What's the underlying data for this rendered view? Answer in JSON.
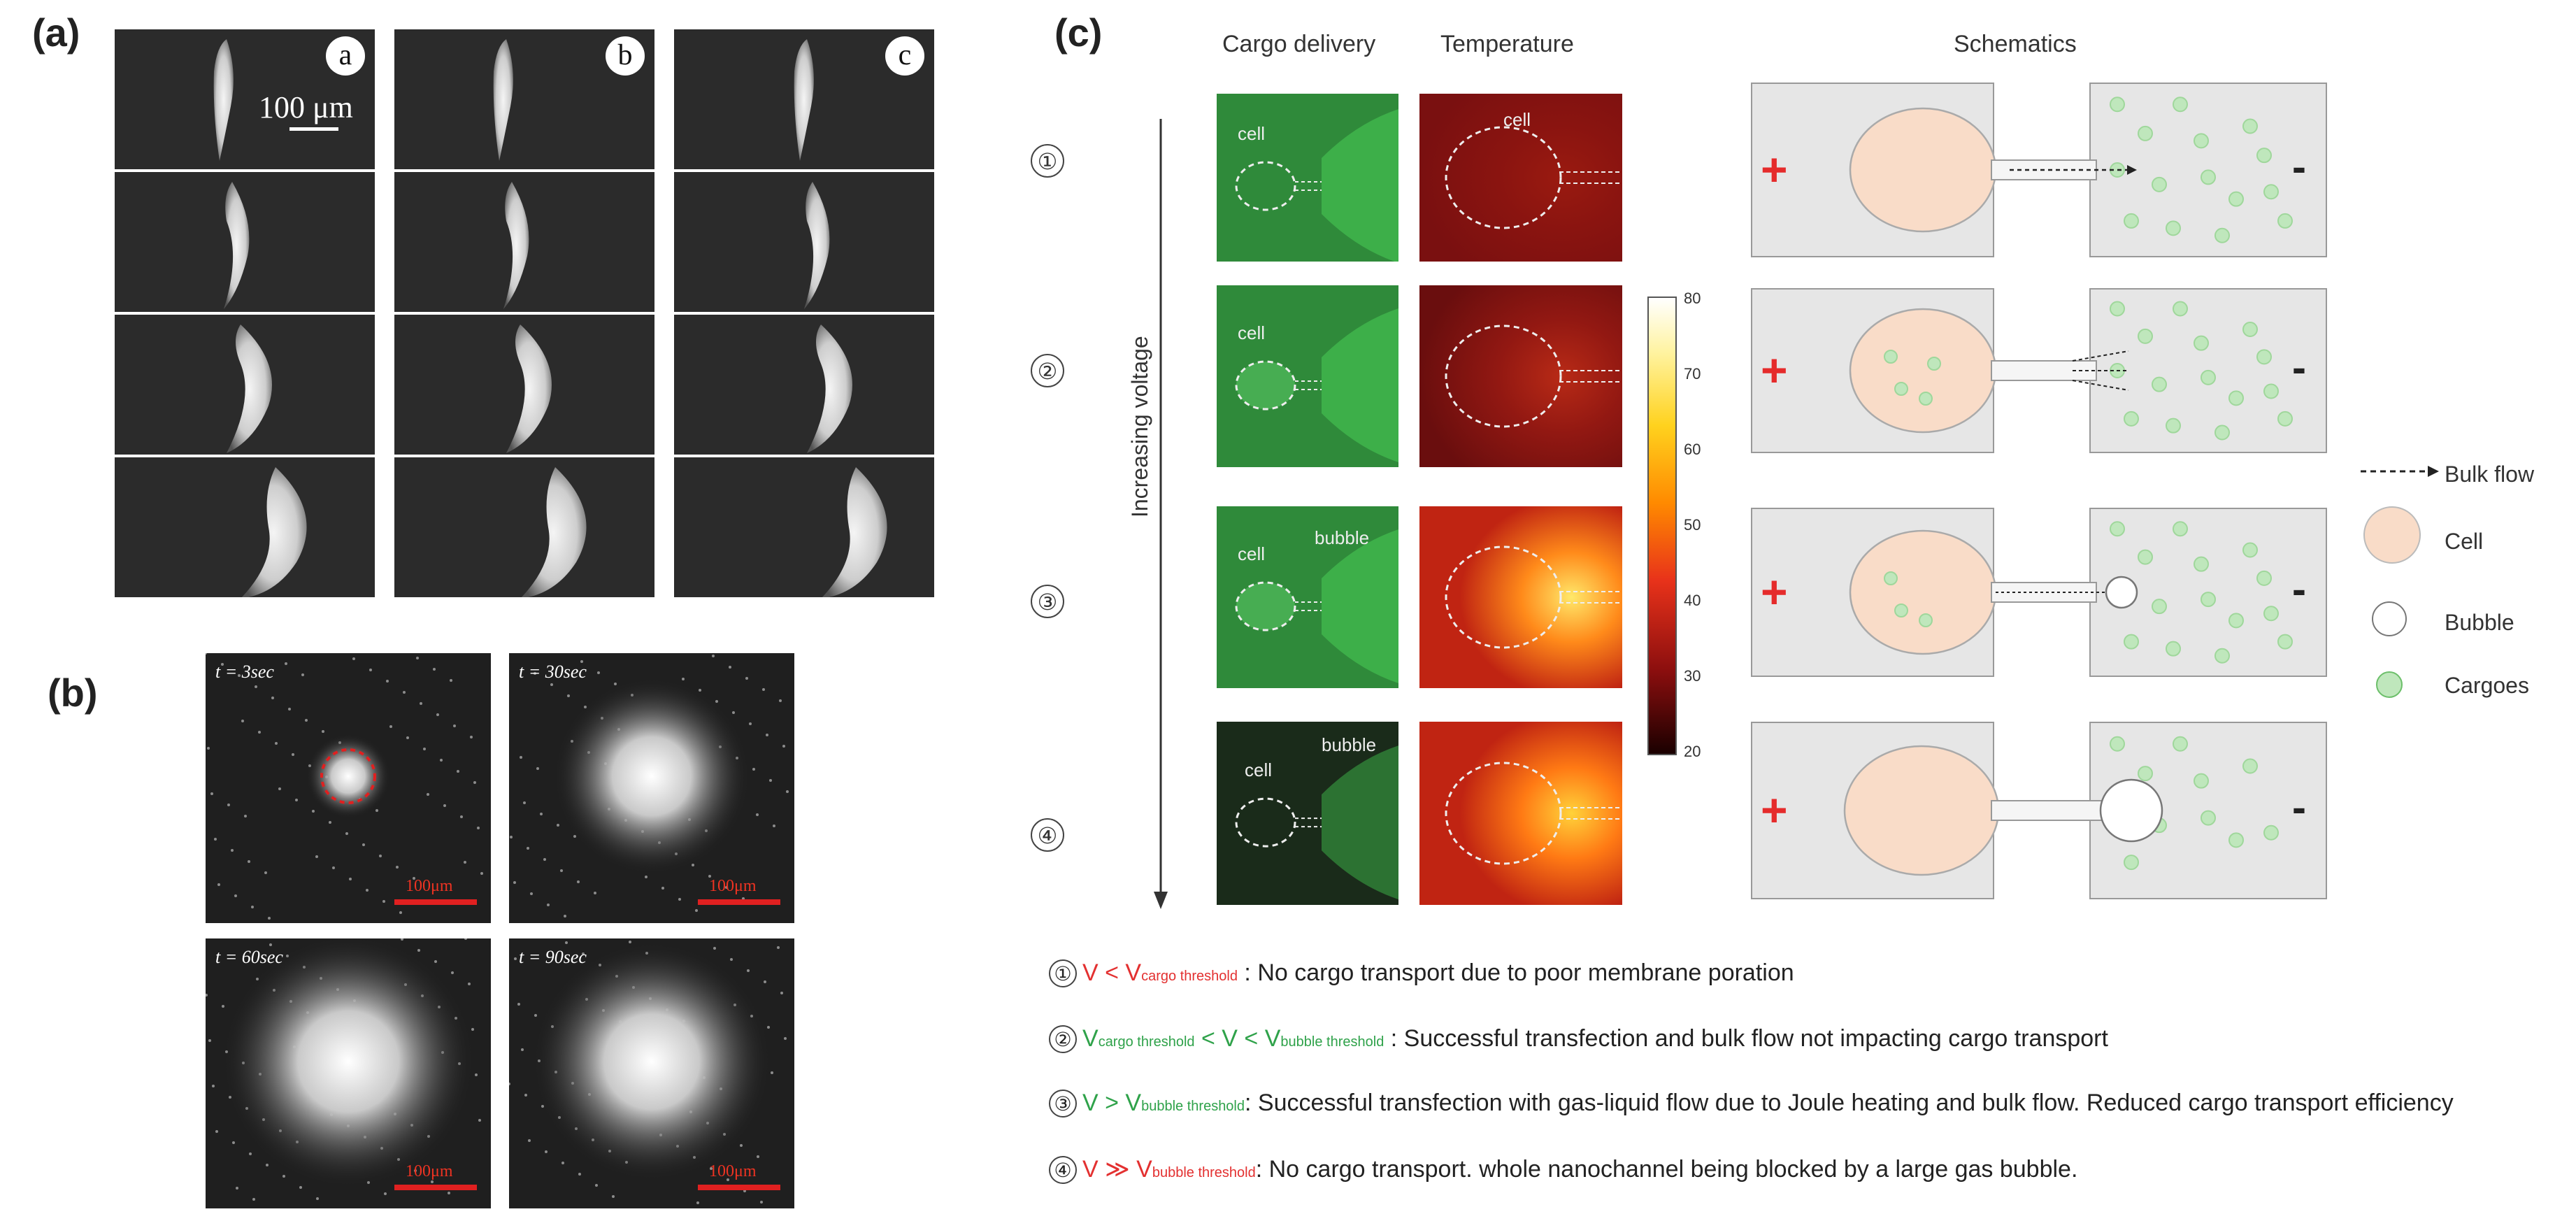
{
  "panels": {
    "a": "(a)",
    "b": "(b)",
    "c": "(c)"
  },
  "panel_a": {
    "column_badges": [
      "a",
      "b",
      "c"
    ],
    "scale_label": "100 μm"
  },
  "panel_b": {
    "frames": [
      {
        "time": "t = 3sec",
        "scale": "100μm"
      },
      {
        "time": "t = 30sec",
        "scale": "100μm"
      },
      {
        "time": "t = 60sec",
        "scale": "100μm"
      },
      {
        "time": "t = 90sec",
        "scale": "100μm"
      }
    ]
  },
  "panel_c": {
    "col_headers": {
      "cargo": "Cargo delivery",
      "temperature": "Temperature",
      "schematics": "Schematics"
    },
    "axis_label": "Increasing voltage",
    "row_numbers": [
      "①",
      "②",
      "③",
      "④"
    ],
    "image_labels": {
      "cell": "cell",
      "bubble": "bubble"
    },
    "colorbar": {
      "ticks": [
        "80",
        "70",
        "60",
        "50",
        "40",
        "30",
        "20"
      ]
    },
    "plus": "+",
    "minus": "-",
    "legend": {
      "bulk_flow": "Bulk flow",
      "cell": "Cell",
      "bubble": "Bubble",
      "cargoes": "Cargoes"
    },
    "conditions": [
      {
        "num": "①",
        "v1": "V < V",
        "s1": "cargo threshold",
        "sep": " : ",
        "desc": "No cargo transport due to poor membrane poration"
      },
      {
        "num": "②",
        "v1": "V",
        "s1": "cargo threshold",
        "v2": " < V < V",
        "s2": "bubble threshold",
        "desc": " : Successful transfection and bulk flow not impacting cargo transport"
      },
      {
        "num": "③",
        "v1": "V > V",
        "s1": "bubble threshold",
        "desc": ": Successful transfection with gas-liquid flow due to Joule heating and bulk flow. Reduced cargo transport efficiency"
      },
      {
        "num": "④",
        "v1": "V ≫ V",
        "s1": "bubble threshold",
        "desc": ": No cargo transport. whole nanochannel being blocked by a large gas bubble."
      }
    ],
    "colors": {
      "cell_fill": "#f9dcc8",
      "cargo_green": "#9fd79b",
      "plus_red": "#e52b2b"
    }
  }
}
